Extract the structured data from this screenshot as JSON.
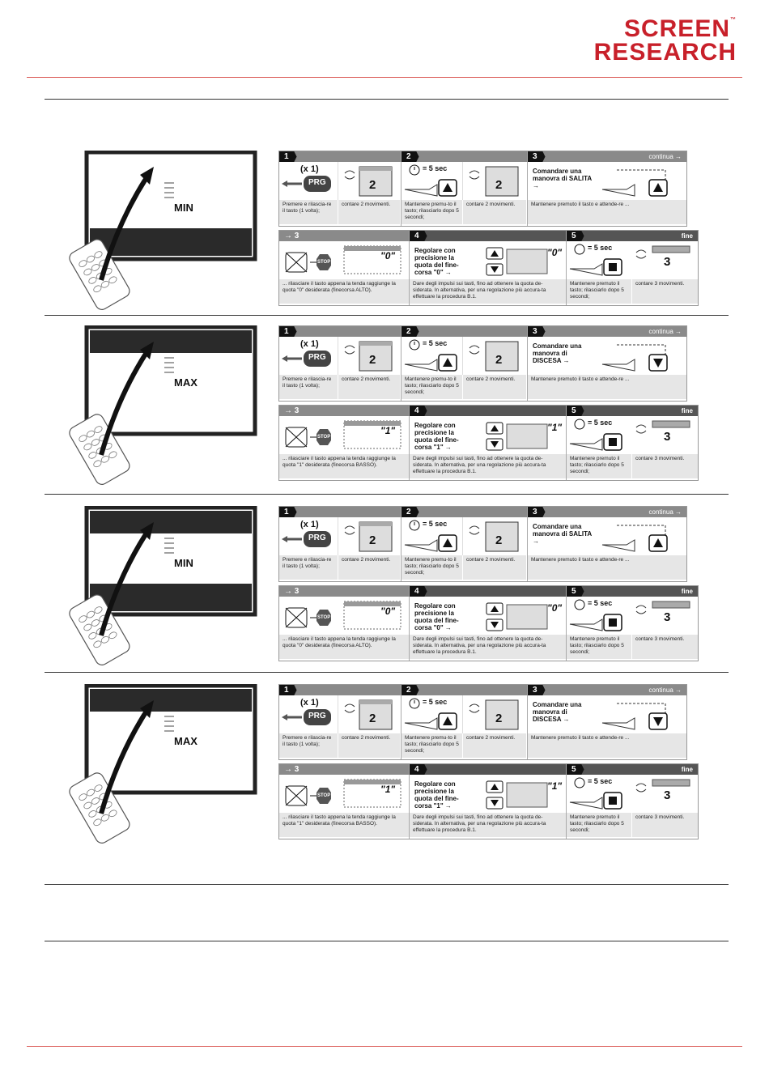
{
  "brand": {
    "line1": "SCREEN",
    "line2": "RESEARCH",
    "tm": "™"
  },
  "common": {
    "continua": "continua →",
    "fine": "fine",
    "arrow3": "→ 3",
    "x1": "(x 1)",
    "prg": "PRG",
    "five_sec": "= 5 sec",
    "stop": "STOP",
    "cap_premere": "Premere e rilascia-re il tasto (1 volta);",
    "cap_contare2": "contare 2 movimenti.",
    "cap_mantenere5": "Mantenere premu-to il tasto; rilasciarlo dopo 5 secondi;",
    "cap_mantenere_attendere": "Mantenere premuto il tasto e attende-re ...",
    "cap_dare": "Dare degli impulsi sui tasti, fino ad ottenere la quota de-siderata. In alternativa, per una regolazione più accura-ta effettuare la procedura B.1.",
    "cap_mantenere_fine": "Mantenere premuto il tasto; rilasciarlo dopo 5 secondi;",
    "cap_contare3": "contare 3 movimenti.",
    "num2": "2",
    "num3": "3"
  },
  "sections": [
    {
      "label": "MIN",
      "cmd": "Comandare una manovra di SALITA →",
      "regolare": "Regolare con precisione la quota del fine-corsa \"0\" →",
      "quota": "\"0\"",
      "cap_rilasciare": "... rilasciare il tasto appena la tenda raggiunge la quota \"0\" desiderata (finecorsa ALTO)."
    },
    {
      "label": "MAX",
      "cmd": "Comandare una manovra di DISCESA →",
      "regolare": "Regolare con precisione la quota del fine-corsa \"1\" →",
      "quota": "\"1\"",
      "cap_rilasciare": "... rilasciare il tasto appena la tenda raggiunge la quota \"1\" desiderata (finecorsa BASSO)."
    },
    {
      "label": "MIN",
      "cmd": "Comandare una manovra di SALITA →",
      "regolare": "Regolare con precisione la quota del fine-corsa \"0\" →",
      "quota": "\"0\"",
      "cap_rilasciare": "... rilasciare il tasto appena la tenda raggiunge la quota \"0\" desiderata (finecorsa ALTO)."
    },
    {
      "label": "MAX",
      "cmd": "Comandare una manovra di DISCESA →",
      "regolare": "Regolare con precisione la quota del fine-corsa \"1\" →",
      "quota": "\"1\"",
      "cap_rilasciare": "... rilasciare il tasto appena la tenda raggiunge la quota \"1\" desiderata (finecorsa BASSO)."
    }
  ]
}
